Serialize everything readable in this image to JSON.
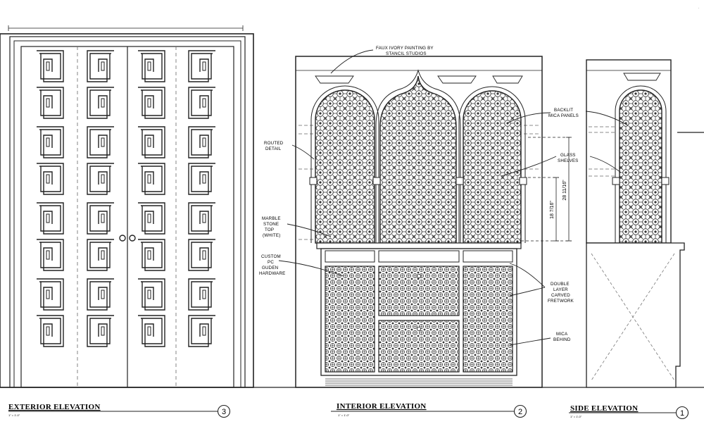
{
  "views": [
    {
      "id": "exterior",
      "title": "EXTERIOR ELEVATION",
      "scale": "1\" = 1'-0\"",
      "number": "3"
    },
    {
      "id": "interior",
      "title": "INTERIOR ELEVATION",
      "scale": "1\" = 1'-0\"",
      "number": "2"
    },
    {
      "id": "side",
      "title": "SIDE ELEVATION",
      "scale": "1\" = 1'-0\"",
      "number": "1"
    }
  ],
  "notes": {
    "faux_ivory": [
      "FAUX IVORY PAINTING BY",
      "STANCIL STUDIOS"
    ],
    "routed": [
      "ROUTED",
      "DETAIL"
    ],
    "marble": [
      "MARBLE",
      "STONE",
      "TOP",
      "(WHITE)"
    ],
    "hardware": [
      "CUSTOM",
      "PC",
      "GUDEN",
      "HARDWARE"
    ],
    "backlit": [
      "BACKLIT",
      "MICA PANELS"
    ],
    "glass": [
      "GLASS",
      "SHELVES"
    ],
    "fretwork": [
      "DOUBLE",
      "LAYER",
      "CARVED",
      "FRETWORK"
    ],
    "mica": [
      "MICA",
      "BEHIND"
    ]
  },
  "dimensions": {
    "shelf_low": "18 7/16\"",
    "shelf_high": "28 11/16\""
  }
}
